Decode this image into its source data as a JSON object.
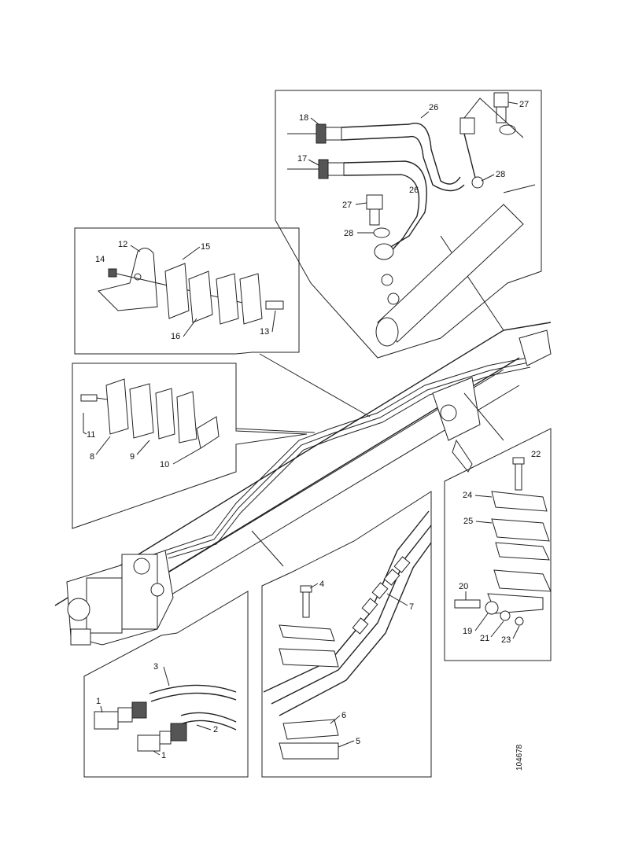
{
  "document_id": "104678",
  "panels": {
    "hose_detail": {
      "callouts": [
        "18",
        "26",
        "27",
        "17",
        "26",
        "28",
        "27",
        "28"
      ]
    },
    "clamp_frame_detail": {
      "callouts": [
        "12",
        "15",
        "14",
        "16",
        "13"
      ]
    },
    "clamp_bracket_detail": {
      "callouts": [
        "11",
        "8",
        "9",
        "10"
      ]
    },
    "tube_clamp_detail": {
      "callouts": [
        "22",
        "24",
        "25",
        "20",
        "19",
        "21",
        "23"
      ]
    },
    "hose_clamp_detail": {
      "callouts": [
        "4",
        "7",
        "6",
        "5"
      ]
    },
    "connector_detail": {
      "callouts": [
        "3",
        "1",
        "2",
        "1"
      ]
    }
  }
}
